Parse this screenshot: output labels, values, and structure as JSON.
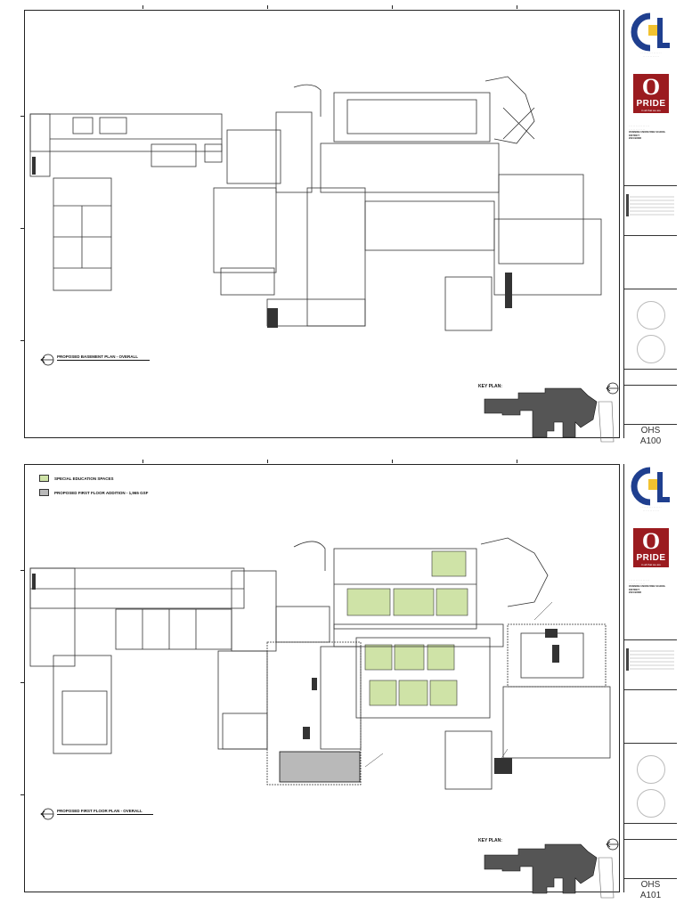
{
  "sheets": [
    {
      "plan_title": "PROPOSED BASEMENT PLAN - OVERALL",
      "key_plan_label": "KEY PLAN:",
      "sheet_project": "OHS",
      "sheet_number": "A100",
      "legend": []
    },
    {
      "plan_title": "PROPOSED FIRST FLOOR PLAN - OVERALL",
      "key_plan_label": "KEY PLAN:",
      "sheet_project": "OHS",
      "sheet_number": "A101",
      "legend": [
        {
          "label": "SPECIAL EDUCATION SPACES",
          "color": "#cfe3a7"
        },
        {
          "label": "PROPOSED FIRST FLOOR ADDITION - 1,965 GSF",
          "color": "#b9b9b9"
        }
      ]
    }
  ],
  "title_block": {
    "logo_text": "CPL",
    "pride_letter": "O",
    "pride_word": "PRIDE",
    "pride_tagline": "in all that we are",
    "client_district": "OSSINING UNION FREE SCHOOL DISTRICT",
    "project_year": "2024 BOND"
  },
  "colors": {
    "special_education": "#cfe3a7",
    "addition": "#b9b9b9",
    "pride_red": "#9b1b1f",
    "logo_blue": "#1f3f8f",
    "logo_yellow": "#f2c230"
  },
  "icons": [
    "north-arrow-icon",
    "cpl-logo-icon",
    "pride-logo-icon"
  ]
}
